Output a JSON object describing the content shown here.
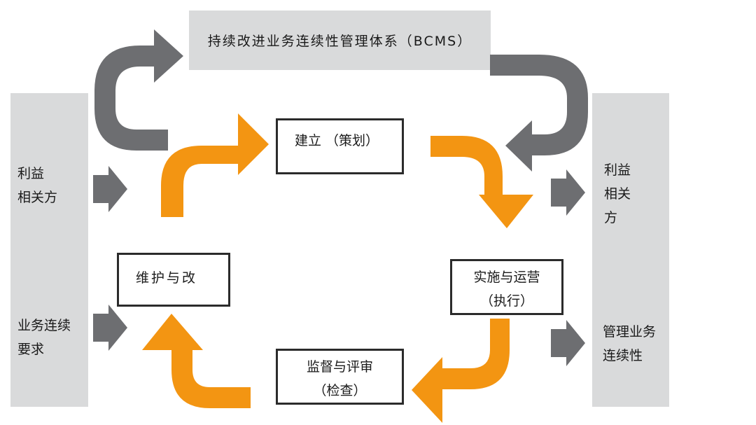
{
  "banner": {
    "text": "持续改进业务连续性管理体系（BCMS）"
  },
  "left_panel": {
    "stakeholders": "利益\n相关方",
    "requirements": "业务连续\n要求"
  },
  "right_panel": {
    "stakeholders": "利益\n相关\n方",
    "managed_continuity": "管理业务\n连续性"
  },
  "boxes": {
    "plan": {
      "line1": "建立 （策划）"
    },
    "operate": {
      "line1": "实施与运营",
      "line2": "（执行）"
    },
    "monitor": {
      "line1": "监督与评审",
      "line2": "（检查）"
    },
    "improve": {
      "line1": "维护与改"
    }
  },
  "colors": {
    "orange": "#f39512",
    "gray_arrow": "#6d6e71",
    "panel": "#d9dadb"
  }
}
